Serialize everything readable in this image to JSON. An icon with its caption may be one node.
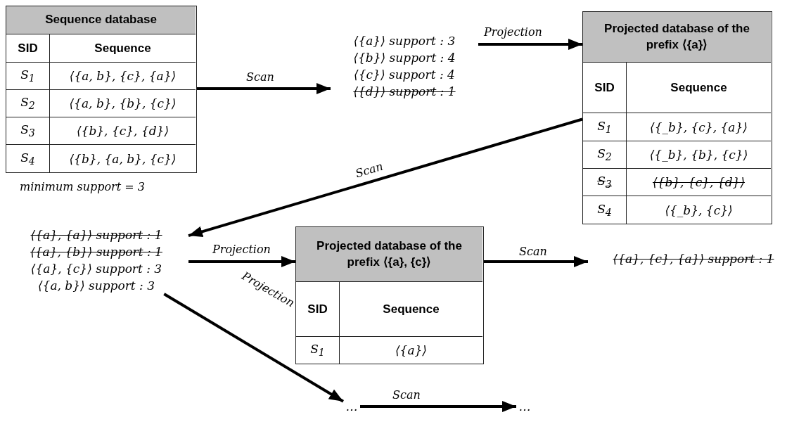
{
  "diagram": {
    "nodes": [
      {
        "text": [
          "Sequence database",
          "SID",
          "Sequence",
          "S$_{1}$",
          "⟨{a, b}, {c}, {a}⟩",
          "S$_{2}$",
          "⟨{a, b}, {b}, {c}⟩",
          "S$_{3}$",
          "⟨{b}, {c}, {d}⟩",
          "S$_{4}$",
          "⟨{b}, {a, b}, {c}⟩"
        ],
        "beside": [
          "minimum support = 3"
        ]
      },
      {
        "text": [
          "⟨{a}⟩ support : 3",
          "⟨{b}⟩ support : 4",
          "⟨{c}⟩ support : 4",
          "⟨{d}⟩ support : 1"
        ]
      },
      {
        "text": [
          "Projected database of the prefix ⟨{a}⟩",
          "SID",
          "Sequence",
          "S$_{1}$",
          "⟨{_b}, {c}, {a}⟩",
          "S$_{2}$",
          "⟨{_b}, {b}, {c}⟩",
          "S$_{3}$",
          "⟨{b}, {c}, {d}⟩",
          "S$_{4}$",
          "⟨{_b}, {c}⟩"
        ]
      },
      {
        "text": [
          "⟨{a}, {a}⟩ support : 1",
          "⟨{a}, {b}⟩ support : 1",
          "⟨{a}, {c}⟩ support : 3",
          "⟨{a, b}⟩ support : 3"
        ]
      },
      {
        "text": [
          "Projected database of the prefix ⟨{a}, {c}⟩",
          "SID",
          "Sequence",
          "S$_{1}$",
          "⟨{a}⟩"
        ]
      },
      {
        "text": [
          "⟨{a}, {c}, {a}⟩ support : 1"
        ]
      },
      {
        "text": [
          "…"
        ]
      },
      {
        "text": [
          "…"
        ]
      }
    ],
    "edges": [
      {
        "from": 0,
        "to": 1,
        "arrow": "to",
        "label": "Scan"
      },
      {
        "from": 1,
        "to": 2,
        "arrow": "to",
        "label": "Projection"
      },
      {
        "from": 2,
        "to": 3,
        "arrow": "to",
        "label": "Scan"
      },
      {
        "from": 3,
        "to": 4,
        "arrow": "to",
        "label": "Projection"
      },
      {
        "from": 4,
        "to": 5,
        "arrow": "to",
        "label": "Scan"
      },
      {
        "from": 3,
        "to": 6,
        "arrow": "to",
        "label": "Projection"
      },
      {
        "from": 6,
        "to": 7,
        "arrow": "to",
        "label": "Scan"
      }
    ]
  }
}
